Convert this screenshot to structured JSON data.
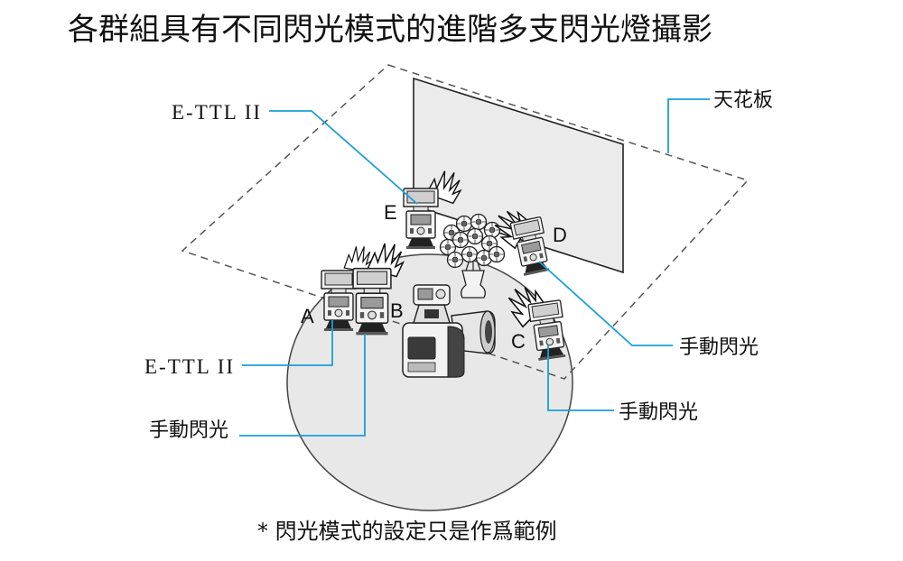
{
  "title": "各群組具有不同閃光模式的進階多支閃光燈攝影",
  "ceiling_label": "天花板",
  "groups": {
    "e": {
      "letter": "E",
      "mode": "E-TTL II"
    },
    "d": {
      "letter": "D",
      "mode": "手動閃光"
    },
    "a": {
      "letter": "A",
      "mode": "E-TTL II"
    },
    "b": {
      "letter": "B",
      "mode": "手動閃光"
    },
    "c": {
      "letter": "C",
      "mode": "手動閃光"
    }
  },
  "footnote": "* 閃光模式的設定只是作爲範例",
  "colors": {
    "leader": "#1a9fd9",
    "surface": "#e8e8e8",
    "outline": "#333333"
  },
  "icons": [
    "speedlite-icon",
    "flash-burst-icon",
    "camera-icon",
    "flower-vase-icon"
  ]
}
